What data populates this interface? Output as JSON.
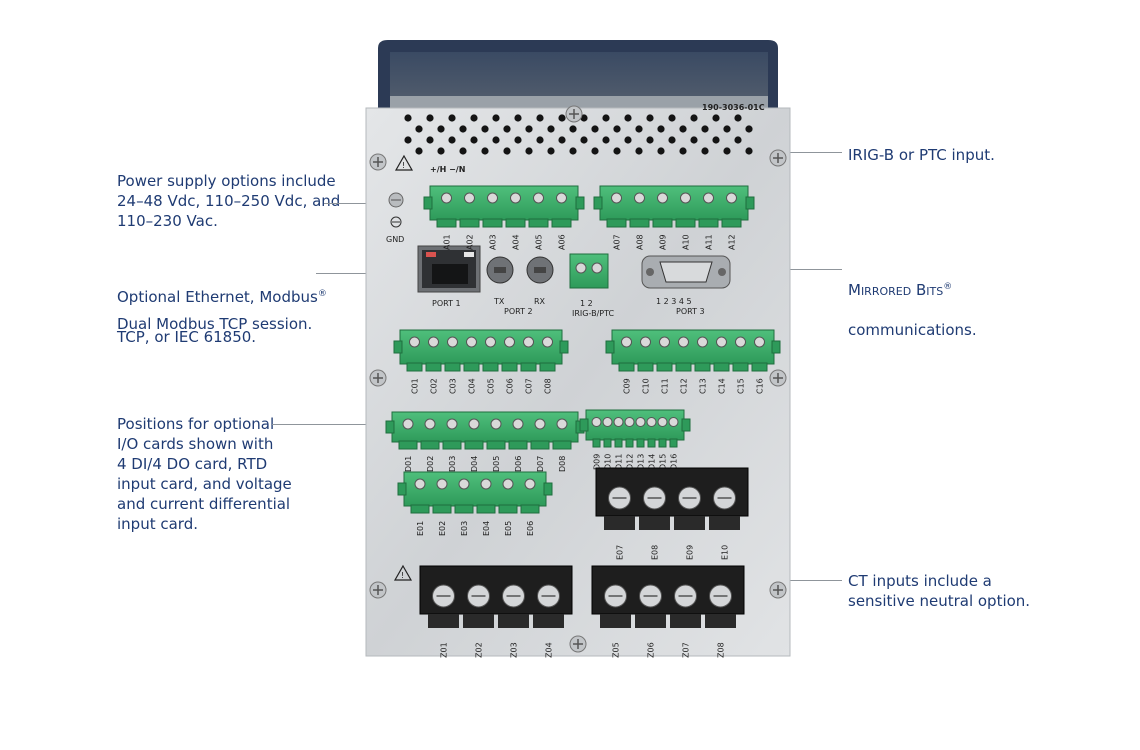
{
  "callouts": {
    "power": "Power supply options include\n24–48 Vdc, 110–250 Vdc, and\n110–230 Vac.",
    "ethernet_line1": "Optional Ethernet, Modbus",
    "ethernet_reg": "®",
    "ethernet_line2": "TCP, or IEC 61850.",
    "dual_modbus": "Dual Modbus TCP session.",
    "io_cards": "Positions for optional\nI/O cards shown with\n4 DI/4 DO card, RTD\ninput card, and voltage\nand current differential\ninput card.",
    "irig": "IRIG-B or PTC input.",
    "mirrored_bits": "Mirrored Bits",
    "mirrored_reg": "®",
    "mirrored_line2": "communications.",
    "ct_inputs": "CT inputs include a\nsensitive neutral option."
  },
  "device": {
    "part_number": "190-3036-01C",
    "power_terminals": "+/H  −/N",
    "gnd_label": "GND",
    "port1_label": "PORT 1",
    "tx_label": "TX",
    "rx_label": "RX",
    "port2_label": "PORT 2",
    "irig_pins": "1   2",
    "irig_label": "IRIG-B/PTC",
    "port3_pins": "1   2   3   4   5",
    "port3_label": "PORT 3",
    "a_row_left": [
      "A01",
      "A02",
      "A03",
      "A04",
      "A05",
      "A06"
    ],
    "a_row_right": [
      "A07",
      "A08",
      "A09",
      "A10",
      "A11",
      "A12"
    ],
    "c_left": [
      "C01",
      "C02",
      "C03",
      "C04",
      "C05",
      "C06",
      "C07",
      "C08"
    ],
    "c_right": [
      "C09",
      "C10",
      "C11",
      "C12",
      "C13",
      "C14",
      "C15",
      "C16"
    ],
    "d_left": [
      "D01",
      "D02",
      "D03",
      "D04",
      "D05",
      "D06",
      "D07",
      "D08"
    ],
    "d_right": [
      "D09",
      "D10",
      "D11",
      "D12",
      "D13",
      "D14",
      "D15",
      "D16"
    ],
    "e_left": [
      "E01",
      "E02",
      "E03",
      "E04",
      "E05",
      "E06"
    ],
    "e_right": [
      "E07",
      "E08",
      "E09",
      "E10"
    ],
    "z_left": [
      "Z01",
      "Z02",
      "Z03",
      "Z04"
    ],
    "z_right": [
      "Z05",
      "Z06",
      "Z07",
      "Z08"
    ]
  }
}
